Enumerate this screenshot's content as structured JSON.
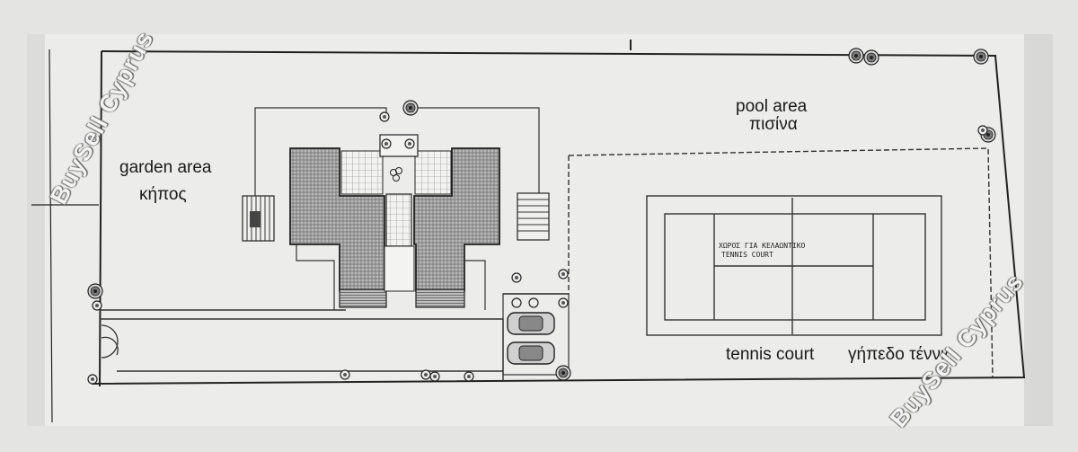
{
  "labels": {
    "garden_en": "garden area",
    "garden_gr": "κήπος",
    "pool_en": "pool area",
    "pool_gr": "πισίνα",
    "tennis_en": "tennis court",
    "tennis_gr": "γήπεδο τέννις",
    "court_gr": "ΧΩΡΟΣ ΓΙΑ ΚΕΛΑΩΝΤΙΚΟ",
    "court_en": "TENNIS COURT"
  },
  "watermark": "BuySell Cyprus",
  "colors": {
    "paper": "#ececea",
    "ink": "#2a2a2a",
    "watermark": "#ffffff"
  }
}
